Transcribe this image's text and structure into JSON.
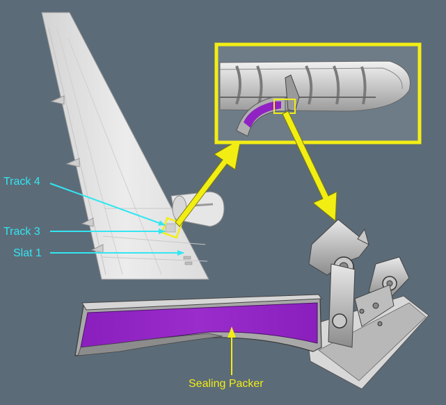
{
  "labels": {
    "track4": "Track 4",
    "track3": "Track 3",
    "slat1": "Slat 1",
    "sealing_packer": "Sealing Packer"
  },
  "colors": {
    "background": "#5c6b78",
    "callout_cyan": "#33e6f2",
    "highlight_yellow": "#f2ee14",
    "packer_purple": "#9022c3",
    "wing_light": "#e6e6e6",
    "metal_grey": "#b4b4b4"
  }
}
